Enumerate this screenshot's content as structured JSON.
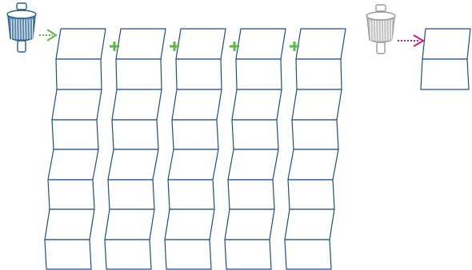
{
  "colors": {
    "panel_stroke": "#1f4e8c",
    "plus": "#62b846",
    "arrow_green": "#62b846",
    "arrow_magenta": "#d4177a",
    "filter_body": "#1f5d91",
    "filter_body_grey": "#999999",
    "background": "#ffffff"
  },
  "diagram": {
    "left_group": {
      "filter_icon": "inline-filter-icon",
      "filter_color": "blue",
      "arrow": "dotted-green-arrow",
      "panel_columns": 5,
      "panels_per_column": 8,
      "connector": "+",
      "connector_count": 4
    },
    "right_group": {
      "filter_icon": "inline-filter-icon",
      "filter_color": "grey",
      "arrow": "dotted-magenta-arrow",
      "panel_columns": 1,
      "panels_per_column": 2
    }
  }
}
